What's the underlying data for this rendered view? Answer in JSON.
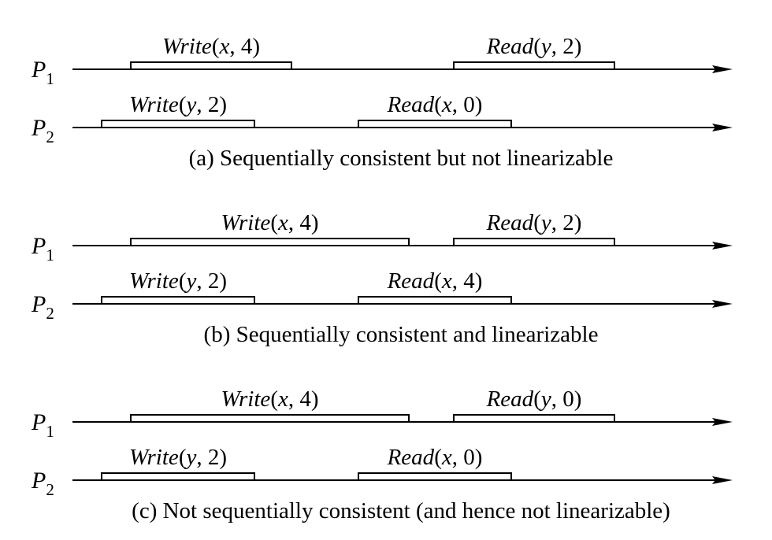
{
  "processes": [
    {
      "name": "P",
      "sub": "1"
    },
    {
      "name": "P",
      "sub": "2"
    }
  ],
  "panels": [
    {
      "caption": "(a) Sequentially consistent but not linearizable",
      "p1_ops": [
        {
          "op": "Write",
          "var": "x",
          "val": "4"
        },
        {
          "op": "Read",
          "var": "y",
          "val": "2"
        }
      ],
      "p2_ops": [
        {
          "op": "Write",
          "var": "y",
          "val": "2"
        },
        {
          "op": "Read",
          "var": "x",
          "val": "0"
        }
      ]
    },
    {
      "caption": "(b) Sequentially consistent and linearizable",
      "p1_ops": [
        {
          "op": "Write",
          "var": "x",
          "val": "4"
        },
        {
          "op": "Read",
          "var": "y",
          "val": "2"
        }
      ],
      "p2_ops": [
        {
          "op": "Write",
          "var": "y",
          "val": "2"
        },
        {
          "op": "Read",
          "var": "x",
          "val": "4"
        }
      ]
    },
    {
      "caption": "(c) Not sequentially consistent (and hence not linearizable)",
      "p1_ops": [
        {
          "op": "Write",
          "var": "x",
          "val": "4"
        },
        {
          "op": "Read",
          "var": "y",
          "val": "0"
        }
      ],
      "p2_ops": [
        {
          "op": "Write",
          "var": "y",
          "val": "2"
        },
        {
          "op": "Read",
          "var": "x",
          "val": "0"
        }
      ]
    }
  ]
}
